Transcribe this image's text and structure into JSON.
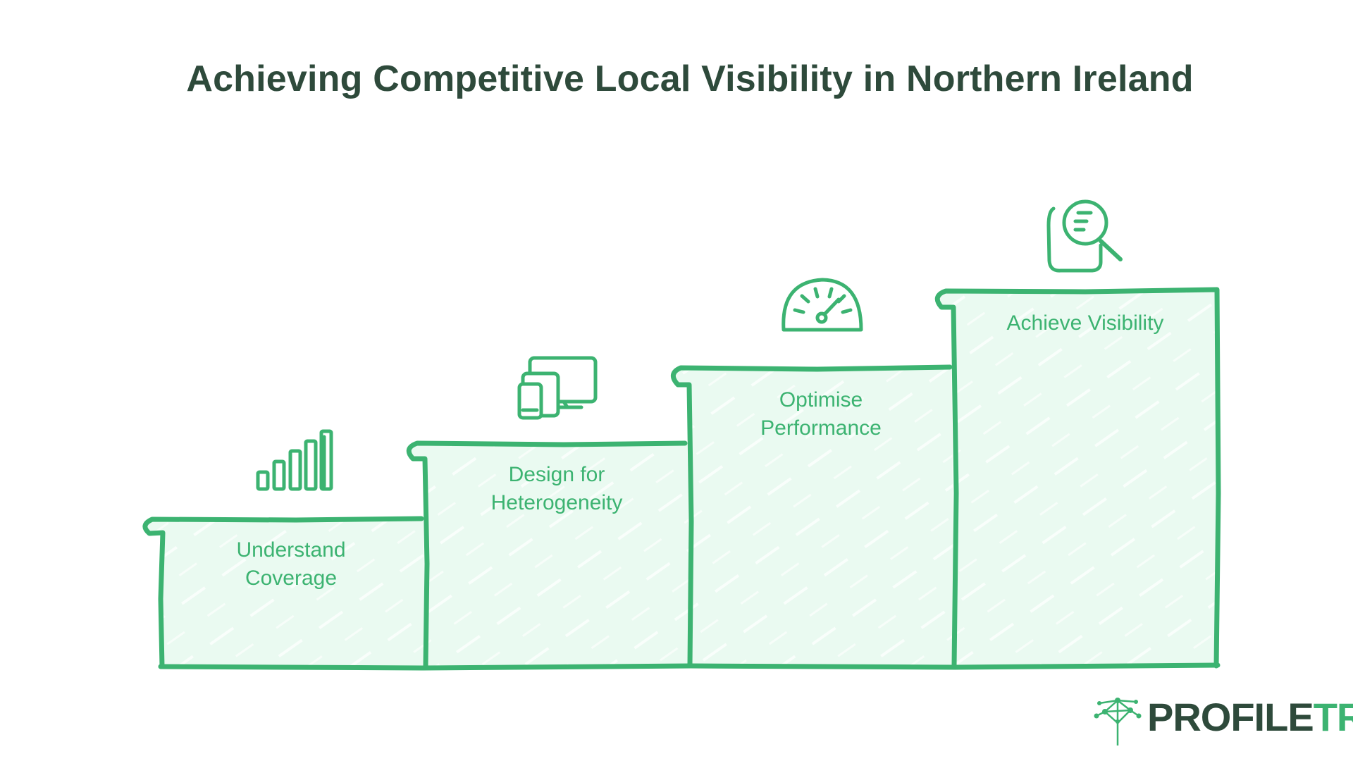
{
  "title": "Achieving Competitive Local Visibility in Northern Ireland",
  "steps": [
    {
      "label_lines": [
        "Understand",
        "Coverage"
      ],
      "icon": "signal-bars-icon"
    },
    {
      "label_lines": [
        "Design for",
        "Heterogeneity"
      ],
      "icon": "devices-icon"
    },
    {
      "label_lines": [
        "Optimise",
        "Performance"
      ],
      "icon": "speedometer-icon"
    },
    {
      "label_lines": [
        "Achieve Visibility"
      ],
      "icon": "document-search-icon"
    }
  ],
  "brand": {
    "part_a": "PROFILE",
    "part_b": "TREE",
    "icon": "tree-network-icon"
  },
  "colors": {
    "accent": "#3cb371",
    "fill": "#eafaf1",
    "title": "#2e4a3b"
  }
}
